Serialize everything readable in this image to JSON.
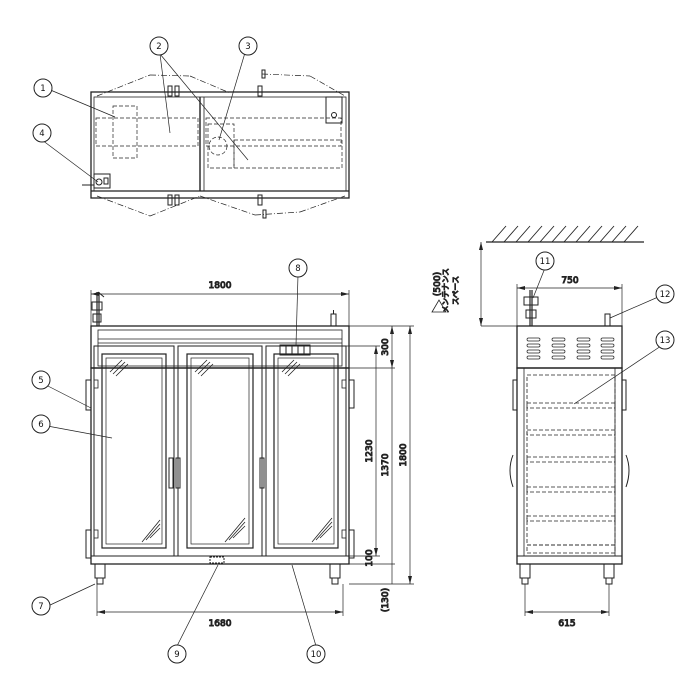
{
  "dimensions": {
    "overall_width": "1800",
    "top_height": "300",
    "door_height": "1230",
    "inner_height": "1370",
    "overall_height": "1800",
    "bottom_height": "100",
    "leg_height": "(130)",
    "leg_span": "1680",
    "side_depth": "750",
    "side_leg_span": "615",
    "maintenance_space": "(500)",
    "maintenance_label_1": "メンテナンス",
    "maintenance_label_2": "スペース"
  },
  "callouts": [
    "1",
    "2",
    "3",
    "4",
    "5",
    "6",
    "7",
    "8",
    "9",
    "10",
    "11",
    "12",
    "13"
  ]
}
